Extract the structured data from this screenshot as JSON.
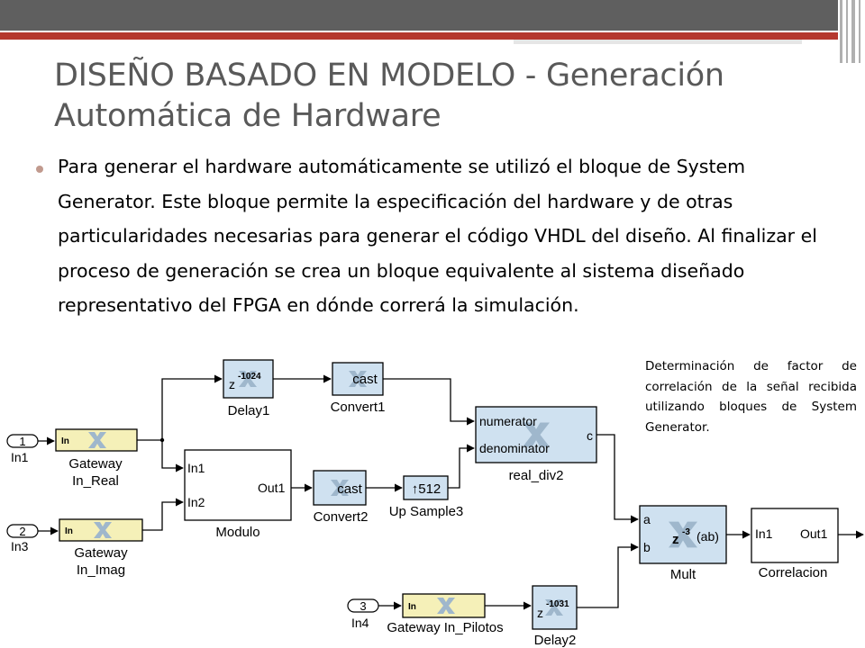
{
  "slide": {
    "title_line1": "DISEÑO BASADO EN MODELO - Generación",
    "title_line2": "Automática de Hardware",
    "bullet": "Para generar el hardware automáticamente se utilizó el bloque de System Generator. Este bloque permite la especificación del hardware y de otras particularidades necesarias para generar el código VHDL del diseño. Al finalizar el proceso de generación se crea un bloque equivalente al sistema diseñado representativo del FPGA en dónde correrá la simulación.",
    "note": "Determinación de factor de correlación de la señal recibida utilizando bloques de System Generator."
  },
  "colors": {
    "block_fill": "#cfe1f0",
    "gateway_fill": "#f5f0b8",
    "wire": "#000000",
    "accent_red": "#b5382e",
    "top_bar": "#5f5f5f"
  },
  "diagram": {
    "ports": {
      "in1": {
        "num": "1",
        "label": "In1"
      },
      "in3": {
        "num": "2",
        "label": "In3"
      },
      "in4": {
        "num": "3",
        "label": "In4"
      }
    },
    "gateways": {
      "real": {
        "inner": "In",
        "label1": "Gateway",
        "label2": "In_Real"
      },
      "imag": {
        "inner": "In",
        "label1": "Gateway",
        "label2": "In_Imag"
      },
      "pilotos": {
        "inner": "In",
        "label": "Gateway In_Pilotos"
      }
    },
    "blocks": {
      "delay1": {
        "z": "z",
        "exp": "-1024",
        "label": "Delay1"
      },
      "convert1": {
        "inner": "cast",
        "label": "Convert1"
      },
      "real_div2": {
        "in_a": "numerator",
        "in_b": "denominator",
        "out": "c",
        "label": "real_div2"
      },
      "modulo": {
        "in_a": "In1",
        "in_b": "In2",
        "out": "Out1",
        "label": "Modulo"
      },
      "convert2": {
        "inner": "cast",
        "label": "Convert2"
      },
      "upsample3": {
        "inner": "↑512",
        "label": "Up Sample3"
      },
      "mult": {
        "in_a": "a",
        "in_b": "b",
        "z": "z",
        "exp": "-3",
        "expr": "(ab)",
        "label": "Mult"
      },
      "correlacion": {
        "in_a": "In1",
        "out": "Out1",
        "label": "Correlacion"
      },
      "delay2": {
        "z": "z",
        "exp": "-1031",
        "label": "Delay2"
      }
    }
  }
}
